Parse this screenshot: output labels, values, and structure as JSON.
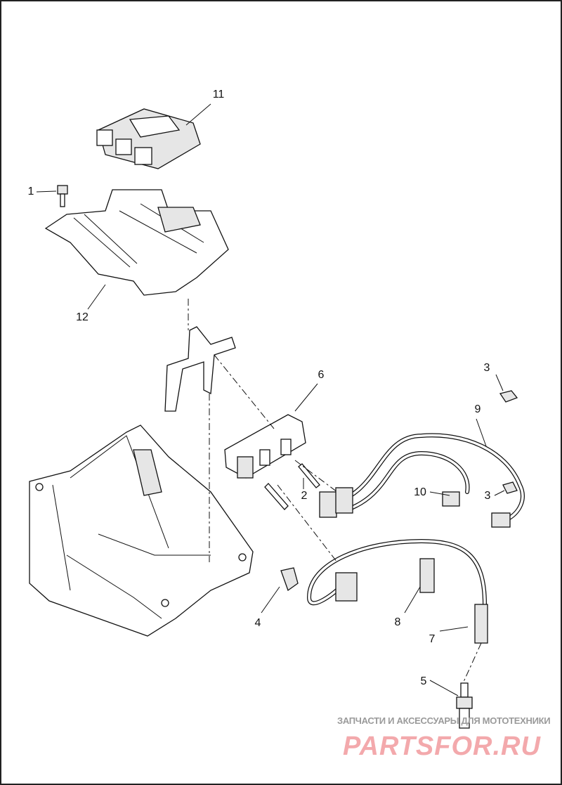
{
  "diagram": {
    "callouts": [
      {
        "id": "ecm",
        "label": "11"
      },
      {
        "id": "bolt",
        "label": "1"
      },
      {
        "id": "ecm-bracket",
        "label": "12"
      },
      {
        "id": "ignition-coil",
        "label": "6"
      },
      {
        "id": "clip-top",
        "label": "3"
      },
      {
        "id": "spark-plug-wire-front",
        "label": "9"
      },
      {
        "id": "plug-boot",
        "label": "10"
      },
      {
        "id": "clip-mid",
        "label": "3"
      },
      {
        "id": "coil-screws",
        "label": "2"
      },
      {
        "id": "cable-clip",
        "label": "4"
      },
      {
        "id": "spark-plug-wire-rear",
        "label": "8"
      },
      {
        "id": "plug-boot-rear",
        "label": "7"
      },
      {
        "id": "spark-plug",
        "label": "5"
      }
    ]
  },
  "watermark": {
    "tagline": "ЗАПЧАСТИ И АКСЕССУАРЫ ДЛЯ МОТОТЕХНИКИ",
    "brand_left": "PARTS",
    "brand_right": "FOR.RU"
  }
}
